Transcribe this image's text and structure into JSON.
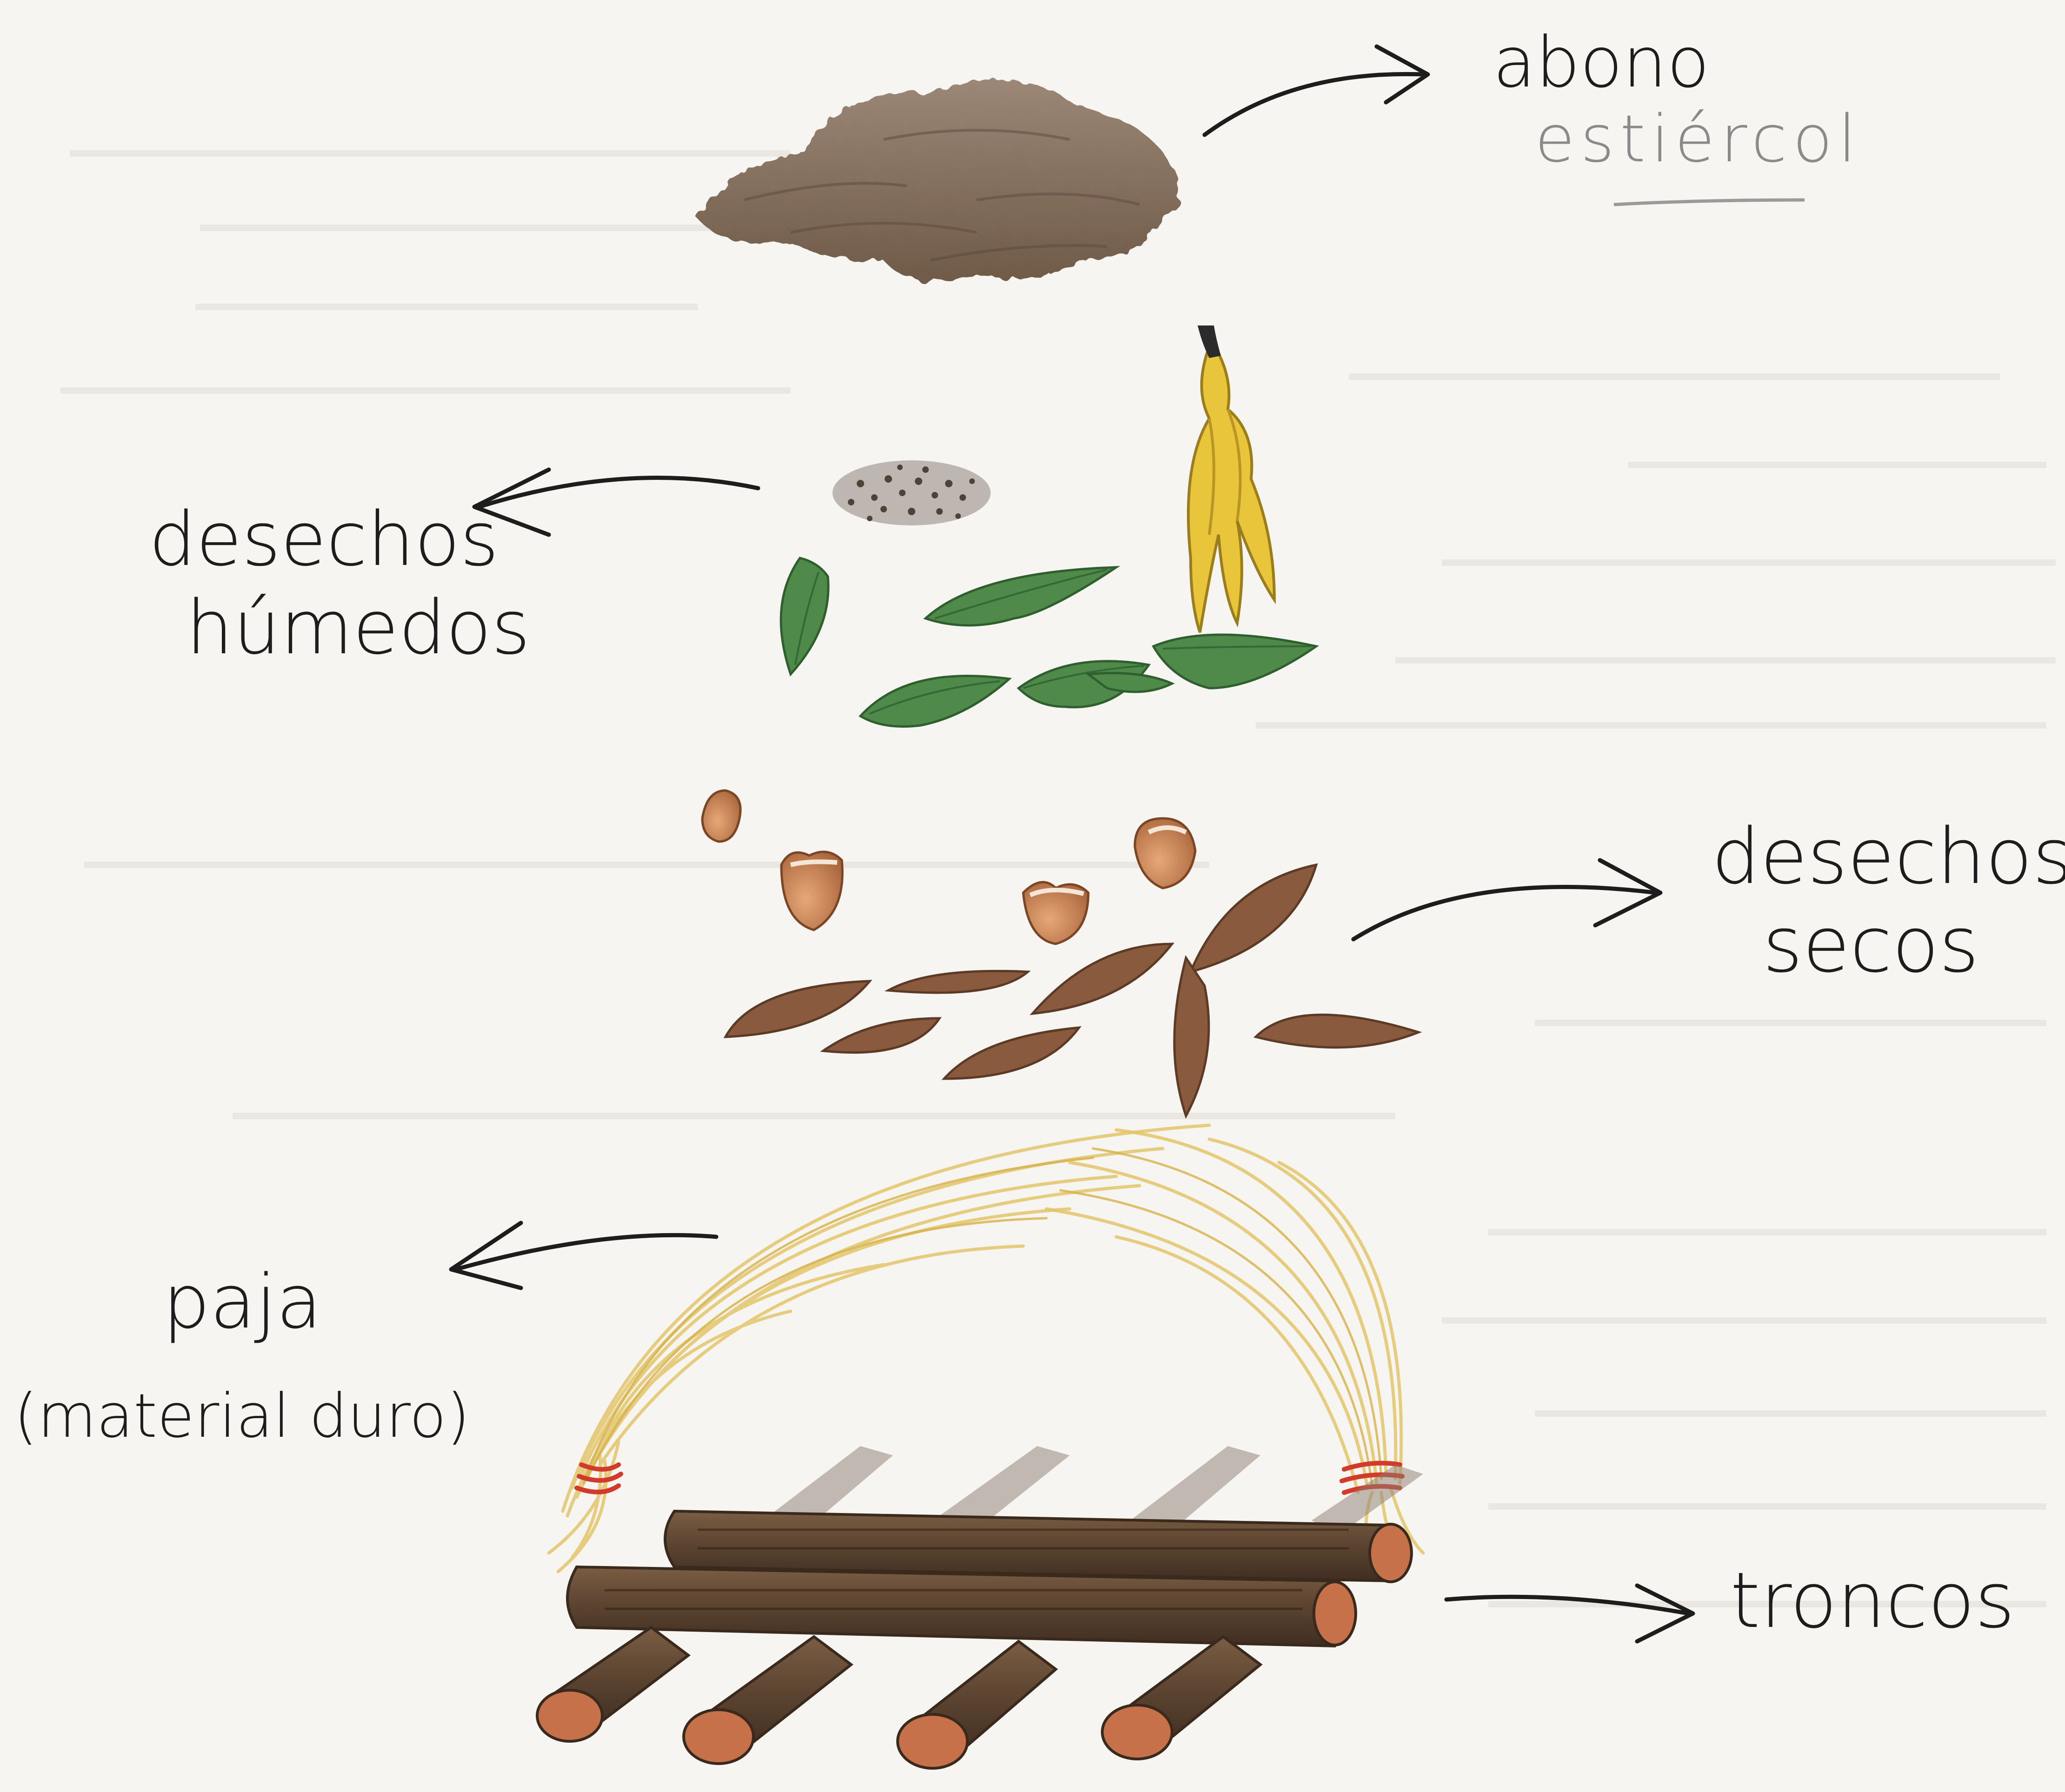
{
  "labels": {
    "abono": "abono",
    "estiercol": "estiércol",
    "desechos_humedos_1": "desechos",
    "desechos_humedos_2": "húmedos",
    "desechos_secos_1": "desechos",
    "desechos_secos_2": "secos",
    "paja": "paja",
    "material_duro": "(material duro)",
    "troncos": "troncos"
  },
  "colors": {
    "paper": "#f7f5f1",
    "ink": "#1d1d1d",
    "manure": "#8c7563",
    "leaf_green": "#4f8a4a",
    "banana": "#e8c53a",
    "dry_leaf": "#8a5a3e",
    "eggshell": "#c98a57",
    "straw": "#e3c66c",
    "string": "#d23b2a",
    "log": "#5b4330",
    "log_end": "#c7714a"
  }
}
